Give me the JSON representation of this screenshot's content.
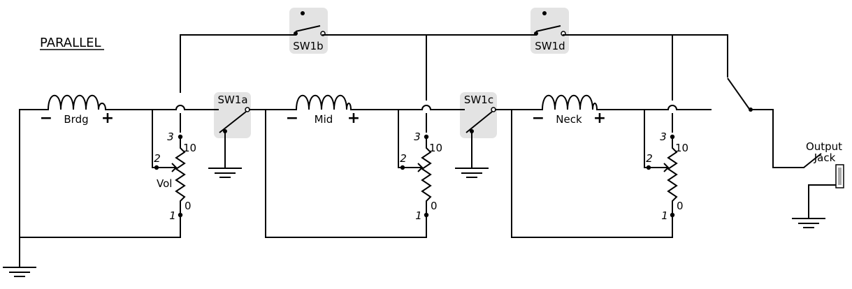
{
  "title": "PARALLEL",
  "pickups": [
    {
      "name": "Brdg",
      "minus": "−",
      "plus": "+"
    },
    {
      "name": "Mid",
      "minus": "−",
      "plus": "+"
    },
    {
      "name": "Neck",
      "minus": "−",
      "plus": "+"
    }
  ],
  "switches": [
    "SW1a",
    "SW1b",
    "SW1c",
    "SW1d"
  ],
  "pot": {
    "label": "Vol",
    "pin1": "1",
    "pin2": "2",
    "pin3": "3",
    "max": "10",
    "min": "0"
  },
  "output": {
    "line1": "Output",
    "line2": "Jack"
  }
}
